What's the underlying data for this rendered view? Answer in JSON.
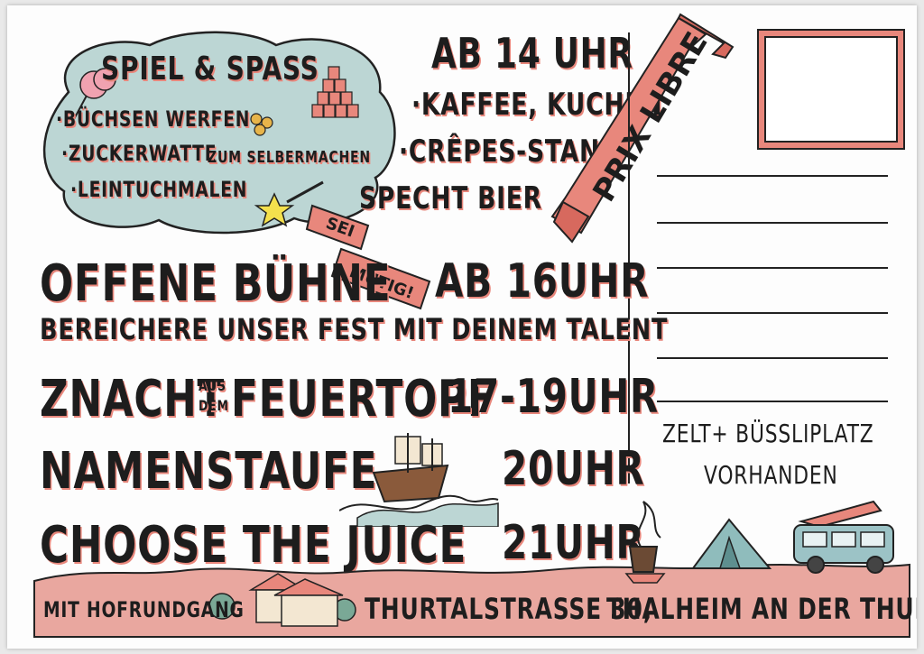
{
  "fun": {
    "title": "SPIEL & SPASS",
    "items": [
      "·BÜCHSEN WERFEN",
      "·ZUCKERWATTE",
      "ZUM SELBERMACHEN",
      "·LEINTUCHMALEN"
    ]
  },
  "afternoon": {
    "time": "AB 14 UHR",
    "items": [
      "·KAFFEE, KUCHEN",
      "·CRÊPES-STAND",
      "SPECHT BIER"
    ]
  },
  "banner": {
    "text": "PRIX LIBRE"
  },
  "tag": {
    "line1": "SEI",
    "line2": "MUTIG!"
  },
  "stage": {
    "title": "OFFENE BÜHNE",
    "time": "AB 16UHR",
    "subtitle": "BEREICHERE UNSER FEST MIT DEINEM TALENT"
  },
  "dinner": {
    "title_a": "ZNACHT",
    "small_1": "AUS",
    "small_2": "DEM",
    "title_b": "FEUERTOPF",
    "time": "17-19UHR"
  },
  "naming": {
    "title": "NAMENSTAUFE",
    "time": "20UHR"
  },
  "juice": {
    "title": "CHOOSE THE JUICE",
    "time": "21UHR"
  },
  "camping": {
    "line1": "ZELT+ BÜSSLIPLATZ",
    "line2": "VORHANDEN"
  },
  "footer": {
    "left": "MIT HOFRUNDGANG",
    "address": "THURTALSTRASSE 30,",
    "town": "THALHEIM AN DER THUR"
  },
  "colors": {
    "accent": "#e8877c",
    "cloud": "#bcd6d4",
    "ink": "#1d1d1d",
    "ground": "#e9a79f"
  }
}
